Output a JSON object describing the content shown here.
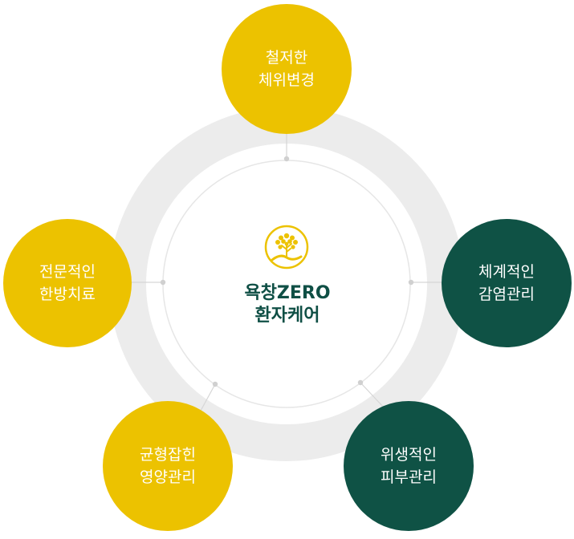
{
  "center": {
    "line1": "욕창ZERO",
    "line2": "환자케어"
  },
  "nodes": {
    "top": {
      "line1": "철저한",
      "line2": "체위변경"
    },
    "left": {
      "line1": "전문적인",
      "line2": "한방치료"
    },
    "right": {
      "line1": "체계적인",
      "line2": "감염관리"
    },
    "bottom_left": {
      "line1": "균형잡힌",
      "line2": "영양관리"
    },
    "bottom_right": {
      "line1": "위생적인",
      "line2": "피부관리"
    }
  },
  "colors": {
    "yellow": "#ecc200",
    "green": "#0f5245",
    "ring": "#ececec",
    "center_text": "#0f4f45"
  },
  "icons": {
    "center_logo": "tree-in-circle-icon"
  }
}
